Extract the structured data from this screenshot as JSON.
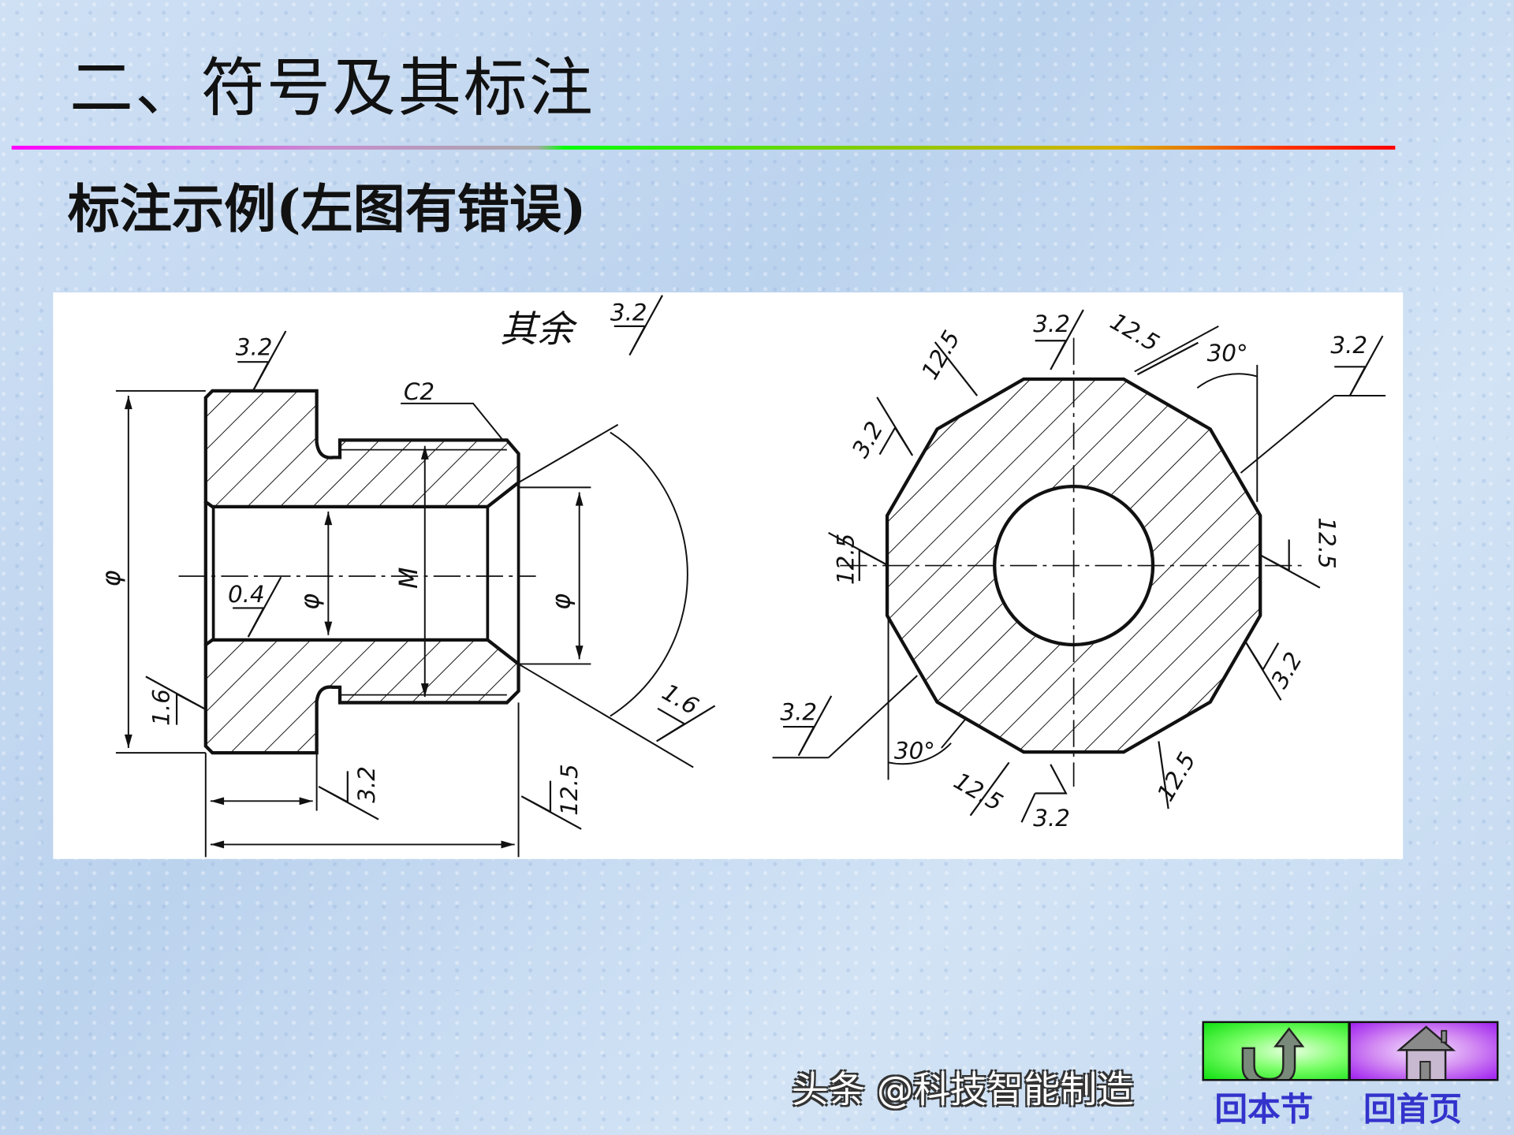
{
  "title": "二、符号及其标注",
  "subtitle": "标注示例(左图有错误)",
  "left_drawing": {
    "other_label": "其余",
    "other_roughness": "3.2",
    "chamfer": "C2",
    "diameter_symbol": "φ",
    "thread_symbol": "M",
    "roughness": {
      "flange_top": "3.2",
      "bore": "0.4",
      "flange_face": "1.6",
      "shoulder": "3.2",
      "end_face": "12.5",
      "cone": "1.6"
    }
  },
  "right_drawing": {
    "angle_top": "30°",
    "angle_bottom": "30°",
    "roughness": {
      "top": "3.2",
      "top_left": "12.5",
      "top_right": "12.5",
      "far_right": "3.2",
      "left_upper": "3.2",
      "left": "12.5",
      "right": "12.5",
      "right_lower": "3.2",
      "bottom_left_leader": "3.2",
      "bottom_left": "12.5",
      "bottom": "3.2",
      "bottom_right": "12.5"
    }
  },
  "nav": {
    "back_label": "回本节",
    "home_label": "回首页",
    "back_icon": "u-turn-arrow-icon",
    "home_icon": "house-icon"
  },
  "watermark": "头条 @科技智能制造"
}
